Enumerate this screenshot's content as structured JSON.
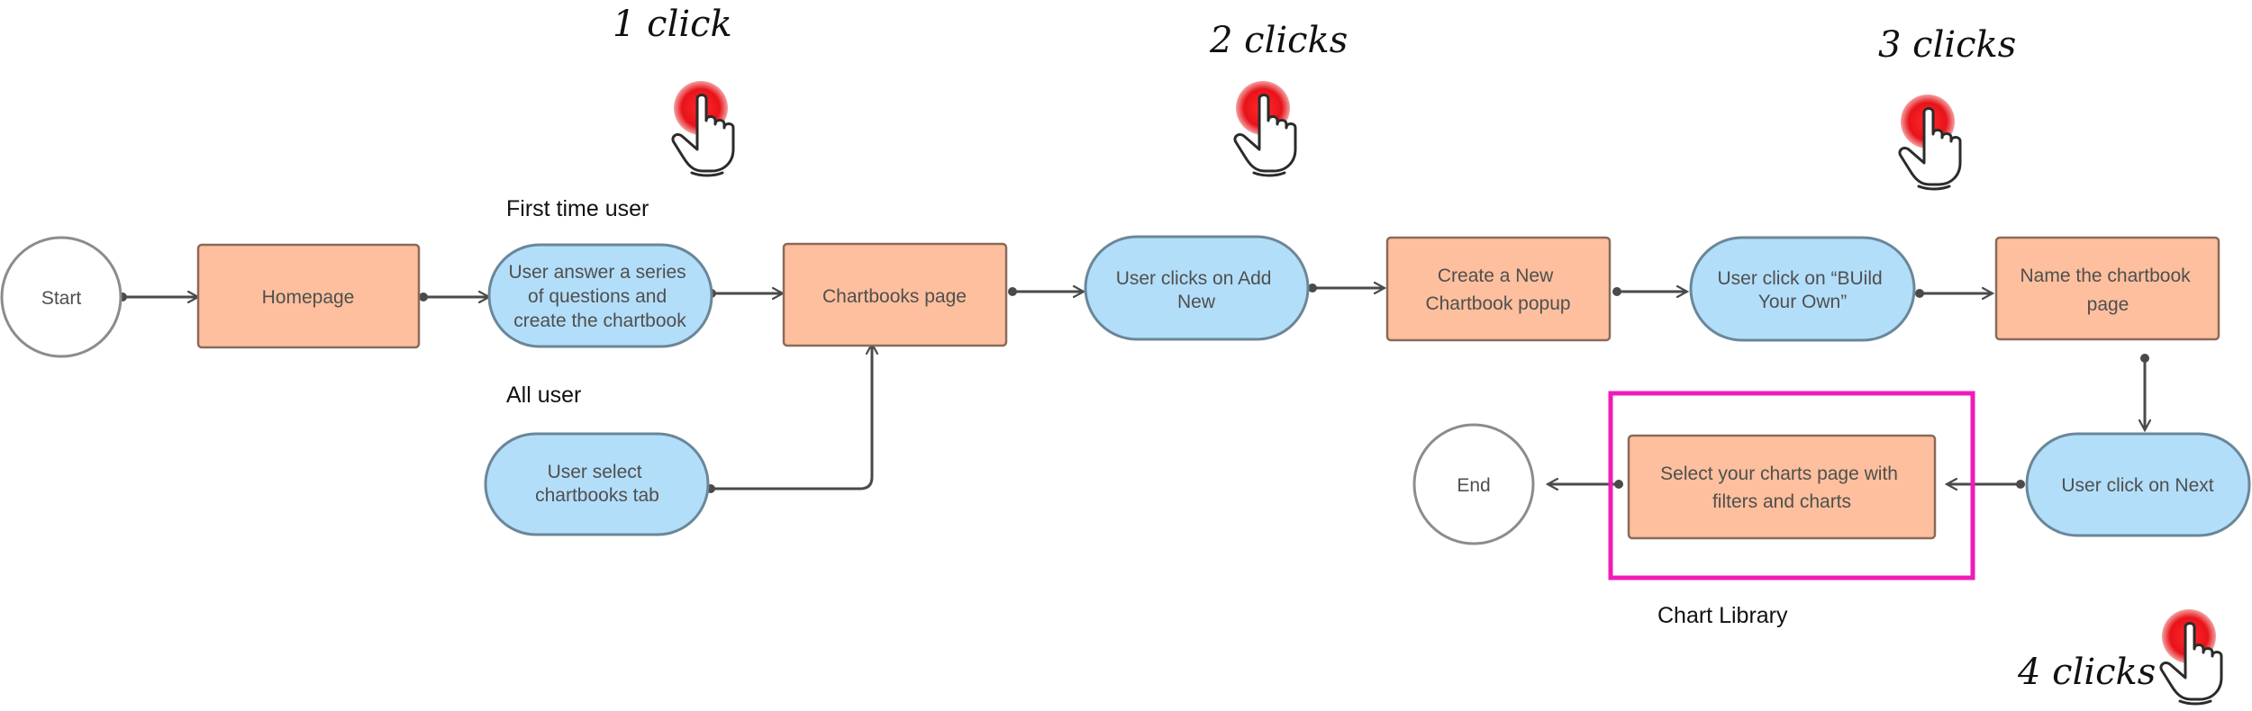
{
  "nodes": {
    "start": "Start",
    "homepage": "Homepage",
    "answer_questions": [
      "User answer a series",
      "of questions and",
      "create the chartbook"
    ],
    "chartbooks_page": "Chartbooks page",
    "select_tab": [
      "User select",
      "chartbooks tab"
    ],
    "add_new": [
      "User clicks on Add",
      "New"
    ],
    "new_popup": [
      "Create a New",
      "Chartbook popup"
    ],
    "build_own": [
      "User click on “BUild",
      "Your Own”"
    ],
    "name_page": [
      "Name the chartbook",
      "page"
    ],
    "click_next": "User click on Next",
    "select_charts": [
      "Select your charts page with",
      "filters and charts"
    ],
    "end": "End"
  },
  "labels": {
    "first_time_user": "First time user",
    "all_user": "All user",
    "chart_library": "Chart Library"
  },
  "click_counts": {
    "one": "1 click",
    "two": "2 clicks",
    "three": "3 clicks",
    "four": "4 clicks"
  },
  "colors": {
    "process_fill": "#fdbf9d",
    "process_stroke": "#8a6a5a",
    "action_fill": "#b3def9",
    "action_stroke": "#6a8799",
    "terminal_stroke": "#8c8c8c",
    "connector": "#4a4a4a",
    "highlight": "#ee1cb8",
    "click_dot": "#e8131a"
  },
  "icons": {
    "click": "hand-pointer-icon"
  }
}
